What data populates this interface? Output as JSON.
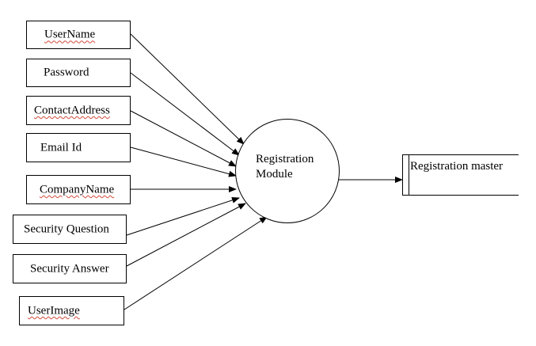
{
  "inputs": [
    {
      "label": "UserName",
      "squiggle": true
    },
    {
      "label": "Password",
      "squiggle": false
    },
    {
      "label": "ContactAddress",
      "squiggle": true
    },
    {
      "label": "Email Id",
      "squiggle": false
    },
    {
      "label": "CompanyName",
      "squiggle": true
    },
    {
      "label": "Security Question",
      "squiggle": false
    },
    {
      "label": "Security Answer",
      "squiggle": false
    },
    {
      "label": "UserImage",
      "squiggle": true
    }
  ],
  "process": {
    "line1": "Registration",
    "line2": "Module"
  },
  "datastore": {
    "label": "Registration master"
  },
  "colors": {
    "stroke": "#000000",
    "spellcheck_underline": "#d24a3a",
    "background": "#ffffff"
  }
}
